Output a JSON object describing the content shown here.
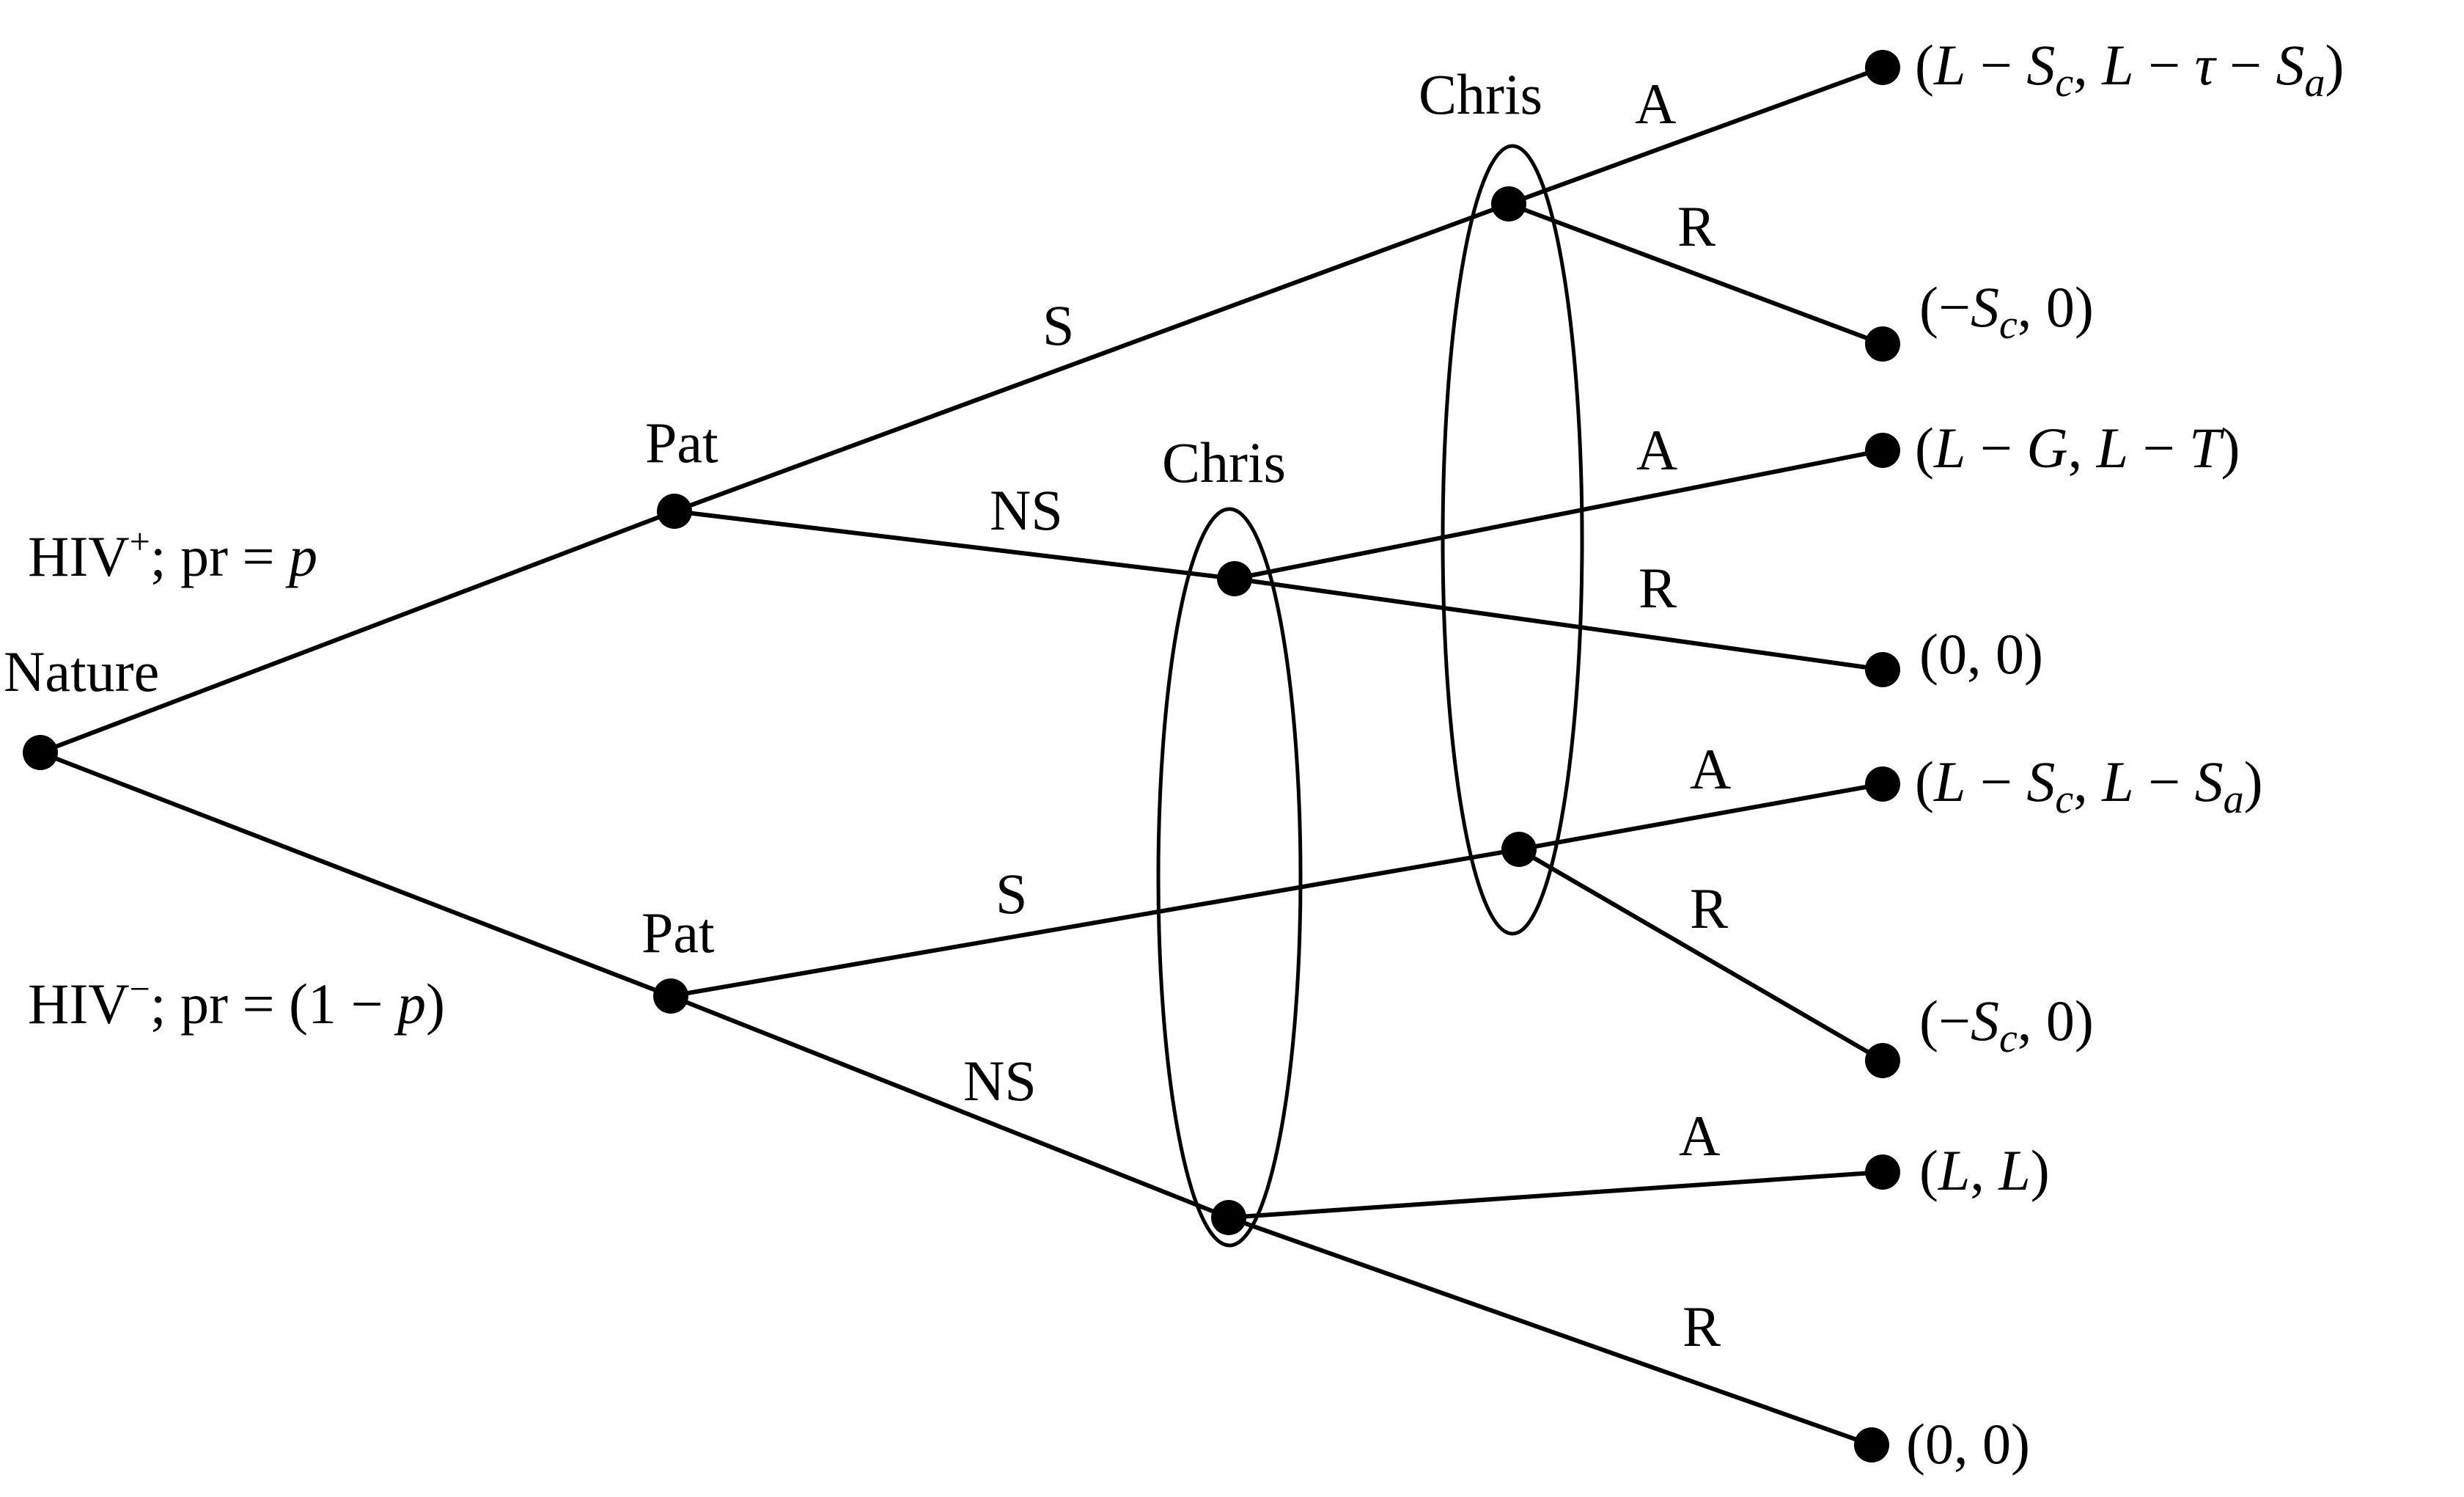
{
  "nature": {
    "label": "Nature",
    "branch_top": {
      "prefix": "HIV",
      "sup": "+",
      "mid": "; pr = ",
      "prob": "p",
      "suffix": ""
    },
    "branch_bottom": {
      "prefix": "HIV",
      "sup": "−",
      "mid": "; pr = (1 − ",
      "prob": "p",
      "suffix": ")"
    }
  },
  "pat": {
    "top_label": "Pat",
    "bottom_label": "Pat"
  },
  "chris": {
    "upper_label": "Chris",
    "lower_label": "Chris"
  },
  "actions": {
    "pat_top_S": "S",
    "pat_top_NS": "NS",
    "pat_bottom_S": "S",
    "pat_bottom_NS": "NS",
    "c1_A": "A",
    "c1_R": "R",
    "c2_A": "A",
    "c2_R": "R",
    "c3_A": "A",
    "c3_R": "R",
    "c4_A": "A",
    "c4_R": "R"
  },
  "payoffs": [
    "(L − Sc, L − τ − Sa)",
    "(−Sc, 0)",
    "(L − G, L − T)",
    "(0, 0)",
    "(L − Sc, L − Sa)",
    "(−Sc, 0)",
    "(L, L)",
    "(0, 0)"
  ]
}
